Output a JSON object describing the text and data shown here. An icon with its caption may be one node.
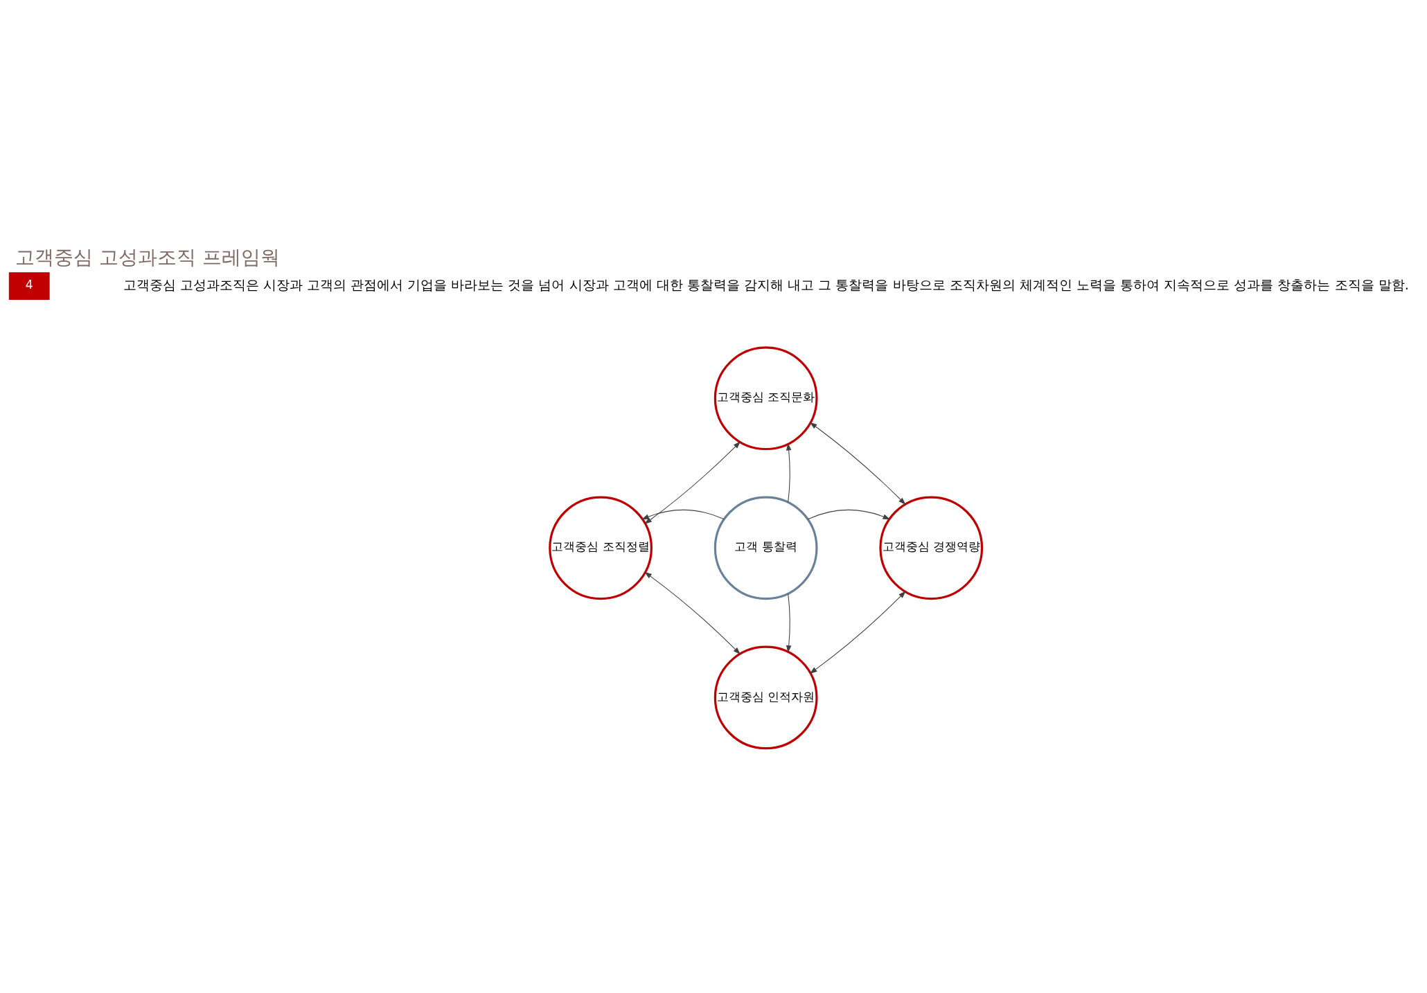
{
  "diagram": {
    "title": "고객중심 고성과조직 프레임웍",
    "nodes": [
      {
        "text": [
          "고객 통찰력"
        ]
      },
      {
        "text": [
          "고객중심 조직문화"
        ]
      },
      {
        "text": [
          "고객중심 조직정렬"
        ]
      },
      {
        "text": [
          "고객중심 경쟁역량"
        ]
      },
      {
        "text": [
          "고객중심 인적자원"
        ]
      }
    ],
    "edges": [
      {
        "from": 0,
        "to": 1,
        "arrow": "to"
      },
      {
        "from": 0,
        "to": 2,
        "arrow": "to"
      },
      {
        "from": 0,
        "to": 3,
        "arrow": "to"
      },
      {
        "from": 0,
        "to": 4,
        "arrow": "to"
      },
      {
        "from": 1,
        "to": 2,
        "arrow": "both"
      },
      {
        "from": 1,
        "to": 3,
        "arrow": "both"
      },
      {
        "from": 2,
        "to": 4,
        "arrow": "both"
      },
      {
        "from": 3,
        "to": 4,
        "arrow": "both"
      }
    ],
    "labels": [
      "4",
      "고객중심 고성과조직은 시장과 고객의 관점에서 기업을 바라보는 것을 넘어 시장과 고객에 대한 통찰력을 감지해 내고 그 통찰력을 바탕으로 조직차원의 체계적인 노력을 통하여 지속적으로 성과를 창출하는 조직을 말함."
    ]
  }
}
